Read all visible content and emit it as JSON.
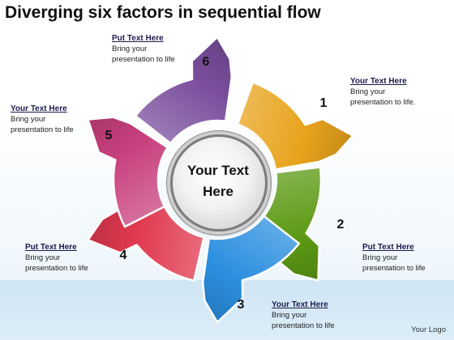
{
  "title": "Diverging six factors in sequential flow",
  "hub": {
    "line1": "Your Text",
    "line2": "Here"
  },
  "segments": [
    {
      "number": "1",
      "color": "#e8a31c",
      "heading": "Your Text Here",
      "body": "Bring your\npresentation to life."
    },
    {
      "number": "2",
      "color": "#5c9a14",
      "heading": "Put Text Here",
      "body": "Bring your\npresentation to life"
    },
    {
      "number": "3",
      "color": "#2b8fe0",
      "heading": "Your Text Here",
      "body": "Bring your\npresentation to life"
    },
    {
      "number": "4",
      "color": "#e0384f",
      "heading": "Put Text Here",
      "body": "Bring your\npresentation to life"
    },
    {
      "number": "5",
      "color": "#c8407e",
      "heading": "Your Text Here",
      "body": "Bring your\npresentation to life"
    },
    {
      "number": "6",
      "color": "#7a4e9c",
      "heading": "Put Text Here",
      "body": "Bring your\npresentation to life"
    }
  ],
  "logo": "Your Logo"
}
